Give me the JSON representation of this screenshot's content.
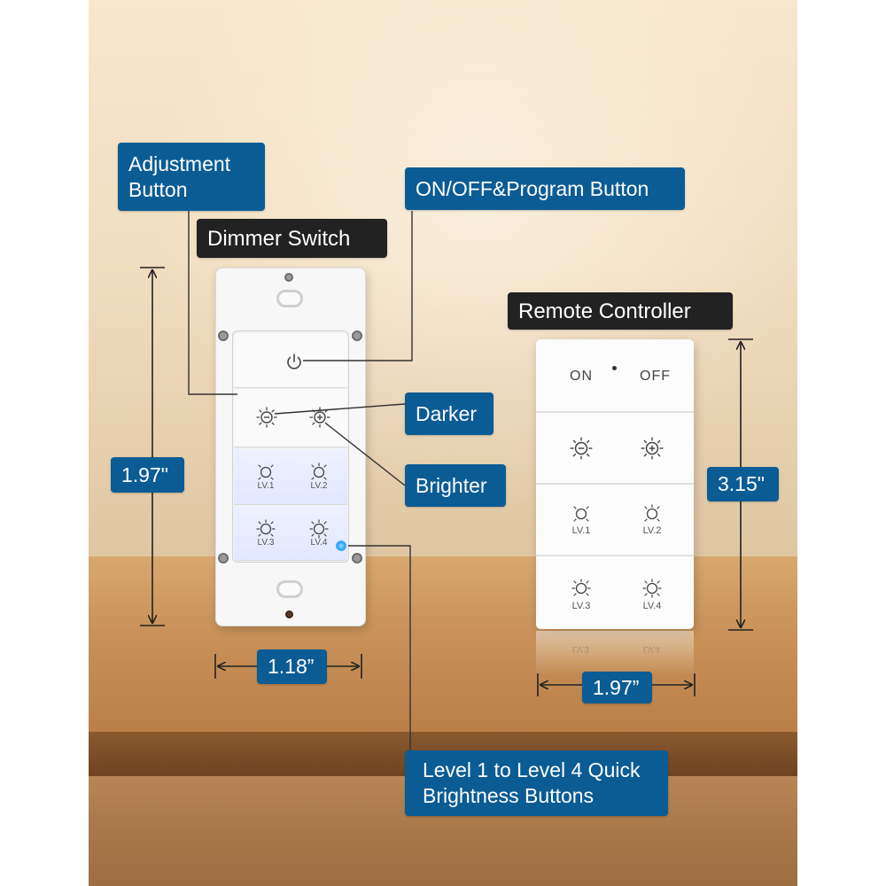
{
  "labels": {
    "adjustment_button_line1": "Adjustment",
    "adjustment_button_line2": "Button",
    "on_off_program_button": "ON/OFF&Program Button",
    "dimmer_switch": "Dimmer Switch",
    "remote_controller": "Remote Controller",
    "darker": "Darker",
    "brighter": "Brighter",
    "quick_buttons_line1": "Level 1 to Level 4 Quick",
    "quick_buttons_line2": "Brightness Buttons"
  },
  "dimensions": {
    "switch_height": "1.97\"",
    "switch_width": "1.18”",
    "remote_height": "3.15\"",
    "remote_width": "1.97”"
  },
  "switch_buttons": {
    "lv1": "LV.1",
    "lv2": "LV.2",
    "lv3": "LV.3",
    "lv4": "LV.4"
  },
  "remote_buttons": {
    "on": "ON",
    "off": "OFF",
    "lv1": "LV.1",
    "lv2": "LV.2",
    "lv3": "LV.3",
    "lv4": "LV.4",
    "reflection_lv3": "LV.3",
    "reflection_lv4": "LV.4"
  },
  "colors": {
    "label_blue": "#0b5c94",
    "label_dark": "#222222",
    "led_blue": "#1fa0ff"
  },
  "icons": [
    "power-icon",
    "sun-minus-icon",
    "sun-plus-icon",
    "sun-icon"
  ]
}
